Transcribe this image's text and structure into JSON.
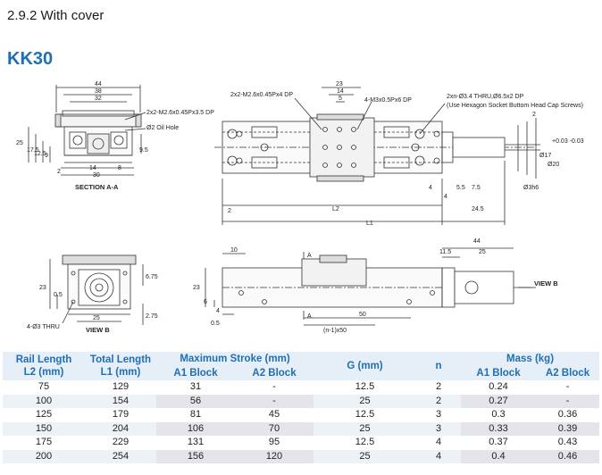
{
  "header": {
    "section": "2.9.2  With cover",
    "model": "KK30"
  },
  "drawing_labels": {
    "sec_w44": "44",
    "sec_w38": "38",
    "sec_w32": "32",
    "sec_h25": "25",
    "sec_h17_5": "17.5",
    "sec_h12_5": "12.5",
    "sec_h9": "9",
    "sec_h9_5": "9.5",
    "sec_b2": "2",
    "sec_b14": "14",
    "sec_b8": "8",
    "sec_b30": "30",
    "sec_note1": "2x2-M2.6x0.45Px3.5 DP",
    "sec_note2": "Ø2 Oil Hole",
    "sec_caption": "SECTION A-A",
    "top_23": "23",
    "top_14": "14",
    "top_5": "5",
    "top_note1": "2x2-M2.6x0.45Px4 DP",
    "top_note2": "4-M3x0.5Px6 DP",
    "top_note3": "2xn-Ø3.4 THRU,Ø6.5x2 DP",
    "top_note4": "(Use Hexagon Socket Buttom Head Cap Screws)",
    "top_2a": "2",
    "top_4a": "4",
    "top_4b": "4",
    "top_5_5": "5.5",
    "top_7_5": "7.5",
    "top_2b": "2",
    "top_l2": "L2",
    "top_24_5": "24.5",
    "top_l1": "L1",
    "top_d17": "Ø17",
    "top_d20": "Ø20",
    "top_d3h6": "Ø3h6",
    "top_tol": "+0.03 -0.03",
    "vb_23": "23",
    "vb_0_5": "0.5",
    "vb_6_75": "6.75",
    "vb_25": "25",
    "vb_2_75": "2.75",
    "vb_note": "4-Ø3 THRU",
    "vb_caption": "VIEW B",
    "side_10": "10",
    "side_44": "44",
    "side_11_5": "11.5",
    "side_25": "25",
    "side_a1": "A",
    "side_a2": "A",
    "side_23": "23",
    "side_6": "6",
    "side_4": "4",
    "side_0_5": "0.5",
    "side_50": "50",
    "side_n50": "(n-1)x50",
    "side_viewb": "VIEW B"
  },
  "table": {
    "headers": {
      "rail_length": "Rail Length",
      "rail_length_unit": "L2 (mm)",
      "total_length": "Total Length",
      "total_length_unit": "L1 (mm)",
      "max_stroke": "Maximum  Stroke (mm)",
      "g": "G (mm)",
      "n": "n",
      "mass": "Mass (kg)",
      "a1_block": "A1 Block",
      "a2_block": "A2 Block",
      "mass_a1_block": "A1 Block",
      "mass_a2_block": "A2 Block"
    },
    "rows": [
      {
        "l2": "75",
        "l1": "129",
        "stroke_a1": "31",
        "stroke_a2": "-",
        "g": "12.5",
        "n": "2",
        "mass_a1": "0.24",
        "mass_a2": "-"
      },
      {
        "l2": "100",
        "l1": "154",
        "stroke_a1": "56",
        "stroke_a2": "-",
        "g": "25",
        "n": "2",
        "mass_a1": "0.27",
        "mass_a2": "-"
      },
      {
        "l2": "125",
        "l1": "179",
        "stroke_a1": "81",
        "stroke_a2": "45",
        "g": "12.5",
        "n": "3",
        "mass_a1": "0.3",
        "mass_a2": "0.36"
      },
      {
        "l2": "150",
        "l1": "204",
        "stroke_a1": "106",
        "stroke_a2": "70",
        "g": "25",
        "n": "3",
        "mass_a1": "0.33",
        "mass_a2": "0.39"
      },
      {
        "l2": "175",
        "l1": "229",
        "stroke_a1": "131",
        "stroke_a2": "95",
        "g": "12.5",
        "n": "4",
        "mass_a1": "0.37",
        "mass_a2": "0.43"
      },
      {
        "l2": "200",
        "l1": "254",
        "stroke_a1": "156",
        "stroke_a2": "120",
        "g": "25",
        "n": "4",
        "mass_a1": "0.4",
        "mass_a2": "0.46"
      }
    ]
  },
  "colors": {
    "accent": "#1f6fb5",
    "header_bg": "#e6eef7",
    "stripe_bg": "#eef1f5"
  }
}
